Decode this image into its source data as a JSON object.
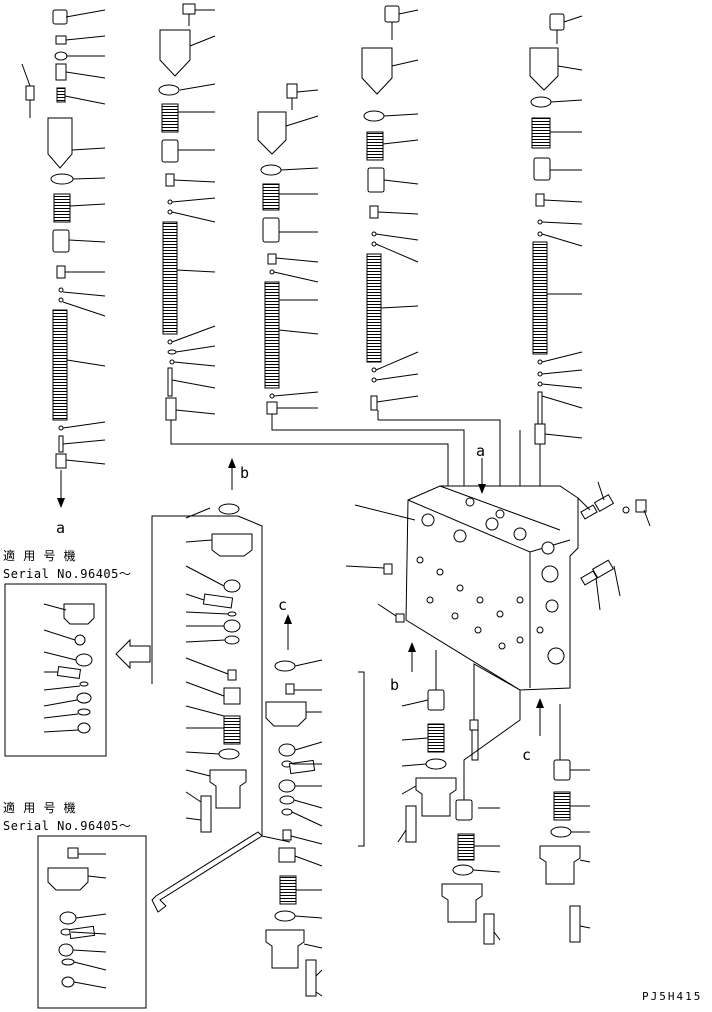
{
  "callouts": {
    "a_top": "a",
    "a_box": "a",
    "b_upper": "b",
    "b_lower": "b",
    "c_upper": "c",
    "c_lower": "c"
  },
  "applicable_note": {
    "title": "適 用 号 機",
    "serial": "Serial No.96405～"
  },
  "drawing_code": "PJ5H415"
}
